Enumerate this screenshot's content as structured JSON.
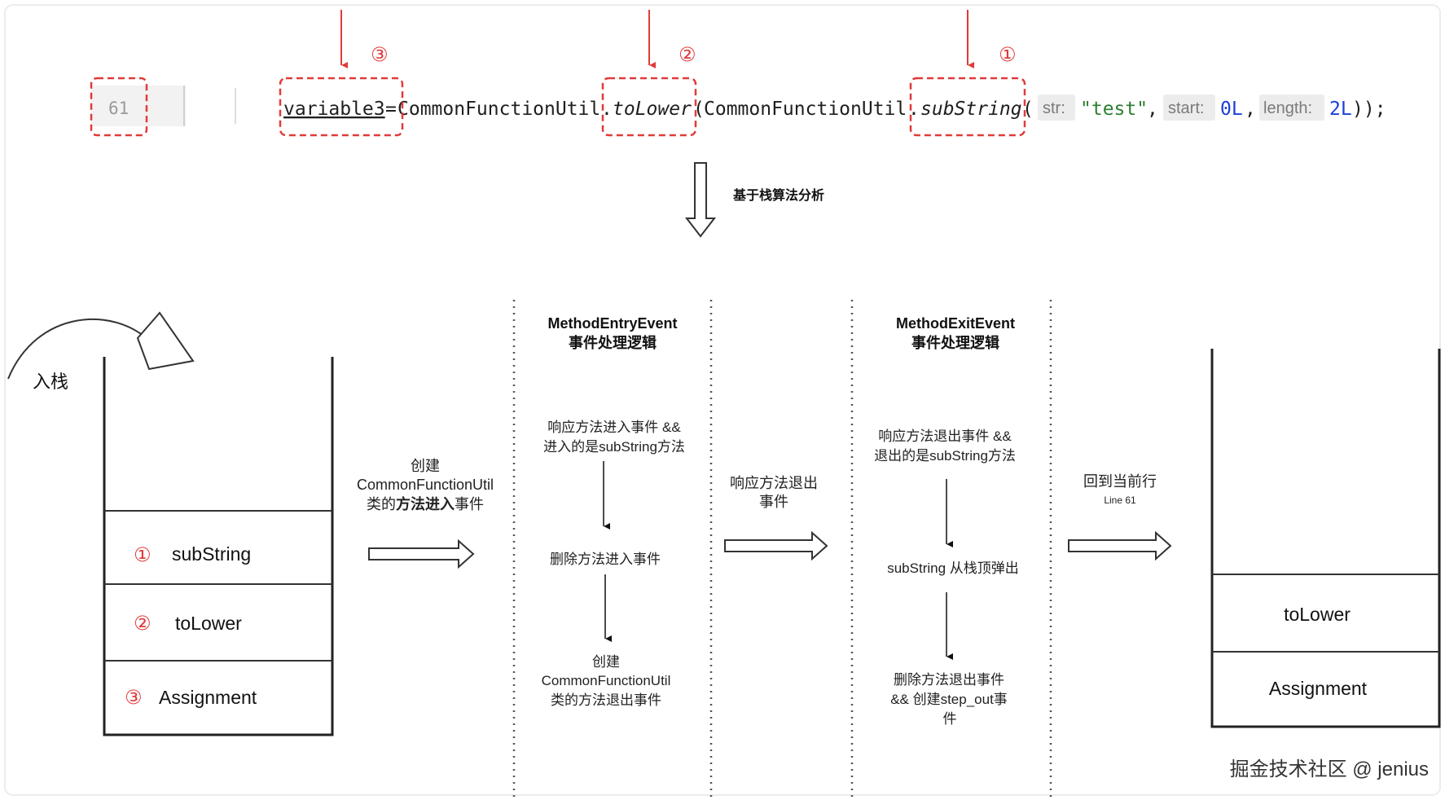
{
  "code_line": {
    "line_number": "61",
    "variable": "variable3",
    "equals": "=",
    "class_a": "CommonFunctionUtil",
    "dot_a": ".",
    "method_a": "toLower",
    "paren_a": "(",
    "class_b": "CommonFunctionUtil",
    "dot_b": ".",
    "method_b": "subString",
    "paren_b": "(",
    "hint_str": "str:",
    "arg_str": "\"test\"",
    "comma_1": ",",
    "hint_start": "start:",
    "arg_start": "0L",
    "comma_2": ",",
    "hint_length": "length:",
    "arg_length": "2L",
    "closing": "));"
  },
  "markers": {
    "one": "①",
    "two": "②",
    "three": "③"
  },
  "analysis_label": "基于栈算法分析",
  "push_label": "入栈",
  "left_stack": [
    {
      "marker": "①",
      "name": "subString"
    },
    {
      "marker": "②",
      "name": "toLower"
    },
    {
      "marker": "③",
      "name": "Assignment"
    }
  ],
  "create_entry": {
    "line1": "创建",
    "line2": "CommonFunctionUtil",
    "line3_normal": "类的",
    "line3_bold": "方法进入",
    "line3_end": "事件"
  },
  "entry_column": {
    "title_line1": "MethodEntryEvent",
    "title_line2": "事件处理逻辑",
    "step1_line1": "响应方法进入事件 &&",
    "step1_line2": "进入的是subString方法",
    "step2": "删除方法进入事件",
    "step3_line1": "创建",
    "step3_line2": "CommonFunctionUtil",
    "step3_line3": "类的方法退出事件"
  },
  "exit_response": {
    "line1": "响应方法退出",
    "line2": "事件"
  },
  "exit_column": {
    "title_line1": "MethodExitEvent",
    "title_line2": "事件处理逻辑",
    "step1_line1": "响应方法退出事件 &&",
    "step1_line2": "退出的是subString方法",
    "step2": "subString 从栈顶弹出",
    "step3_line1": "删除方法退出事件",
    "step3_line2": "&& 创建step_out事",
    "step3_line3": "件"
  },
  "return_label": {
    "line1": "回到当前行",
    "line2": "Line 61"
  },
  "right_stack": [
    {
      "name": "toLower"
    },
    {
      "name": "Assignment"
    }
  ],
  "footer_brand": "掘金技术社区 @ jenius",
  "colors": {
    "marker_red": "#e03a3a",
    "code_text": "#1f1f1f",
    "string_green": "#2e7d32",
    "number_blue": "#1a3fd6",
    "hint_bg": "#ececec",
    "hint_text": "#7a7a7a",
    "line_bg": "#f2f2f2",
    "line_text": "#9a9a9a"
  }
}
